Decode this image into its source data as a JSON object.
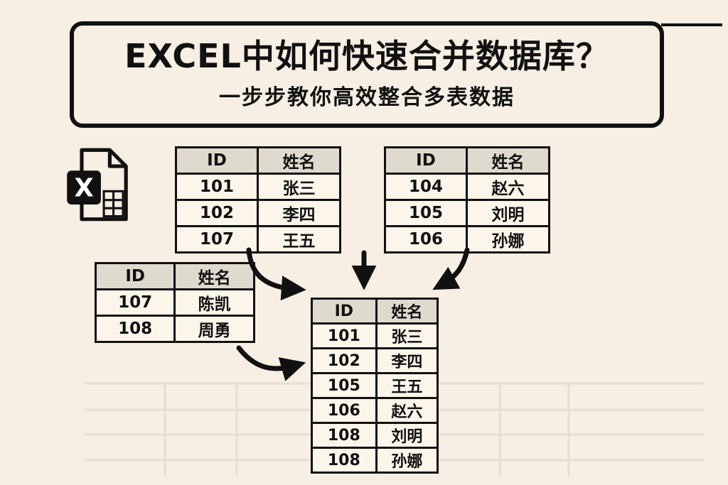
{
  "title": {
    "main": "EXCEL中如何快速合并数据库？",
    "subtitle": "一步步教你高效整合多表数据"
  },
  "icons": {
    "excel_letter": "X",
    "excel_icon_name": "excel-file-icon",
    "arrow_icon_name": "merge-arrow-icon"
  },
  "tables": {
    "source1": {
      "headers": [
        "ID",
        "姓名"
      ],
      "rows": [
        [
          "101",
          "张三"
        ],
        [
          "102",
          "李四"
        ],
        [
          "107",
          "王五"
        ]
      ]
    },
    "source2": {
      "headers": [
        "ID",
        "姓名"
      ],
      "rows": [
        [
          "104",
          "赵六"
        ],
        [
          "105",
          "刘明"
        ],
        [
          "106",
          "孙娜"
        ]
      ]
    },
    "source3": {
      "headers": [
        "ID",
        "姓名"
      ],
      "rows": [
        [
          "107",
          "陈凯"
        ],
        [
          "108",
          "周勇"
        ]
      ]
    },
    "merged": {
      "headers": [
        "ID",
        "姓名"
      ],
      "rows": [
        [
          "101",
          "张三"
        ],
        [
          "102",
          "李四"
        ],
        [
          "105",
          "王五"
        ],
        [
          "106",
          "赵六"
        ],
        [
          "108",
          "刘明"
        ],
        [
          "108",
          "孙娜"
        ]
      ]
    }
  },
  "colors": {
    "background": "#f7efe3",
    "cell_background": "#fbf5ea",
    "header_background": "#dedacd",
    "ink": "#111111",
    "faint_grid": "#e6decf"
  }
}
